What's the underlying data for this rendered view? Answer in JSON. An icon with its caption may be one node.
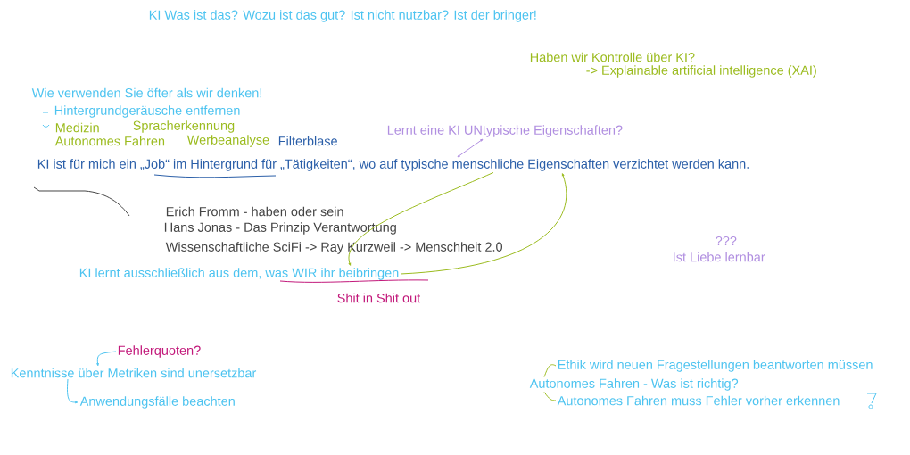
{
  "diagram": {
    "title": "KI Was ist das? Wozu ist das gut? Ist nicht nutzbar? Ist der bringer!",
    "nodes": [
      {
        "text": [
          "KI ist für mich ein „Job“ im Hintergrund für „Tätigkeiten“, wo auf typische menschliche Eigenschaften verzichtet werden kann."
        ]
      },
      {
        "text": [
          "Lernt eine KI UNtypische Eigenschaften?"
        ]
      },
      {
        "text": [
          "KI lernt ausschließlich aus dem, was WIR ihr beibringen"
        ]
      },
      {
        "text": [
          "Fehlerquoten?"
        ]
      },
      {
        "text": [
          "Kenntnisse über Metriken sind unersetzbar"
        ]
      },
      {
        "text": [
          "Anwendungsfälle beachten"
        ]
      },
      {
        "text": [
          "Autonomes Fahren - Was ist richtig?"
        ]
      },
      {
        "text": [
          "Ethik wird neuen Fragestellungen beantworten müssen"
        ]
      },
      {
        "text": [
          "Autonomes Fahren muss Fehler vorher erkennen"
        ]
      }
    ],
    "edges": [
      {
        "from": 1,
        "to": 0,
        "arrow": "both",
        "color": "#b08ee0"
      },
      {
        "from": 0,
        "to": 2,
        "arrow": "to"
      },
      {
        "from": 2,
        "to": 0,
        "arrow": "to"
      },
      {
        "from": 3,
        "to": 4,
        "arrow": "to",
        "color": "#4cc3f0"
      },
      {
        "from": 4,
        "to": 5,
        "arrow": "to",
        "color": "#4cc3f0"
      },
      {
        "from": 6,
        "to": 7,
        "arrow": "none"
      },
      {
        "from": 6,
        "to": 8,
        "arrow": "none"
      }
    ],
    "labels": [
      "Haben wir Kontrolle über KI?",
      "-> Explainable artificial intelligence (XAI)",
      "Wie verwenden Sie öfter als wir denken!",
      "Hintergrundgeräusche entfernen",
      "Medizin",
      "Spracherkennung",
      "Autonomes Fahren",
      "Werbeanalyse",
      "Filterblase",
      "Erich Fromm - haben oder sein",
      "Hans Jonas - Das Prinzip Verantwortung",
      "Wissenschaftliche SciFi -> Ray Kurzweil -> Menschheit 2.0",
      "???",
      "Ist Liebe lernbar",
      "Shit in Shit out"
    ]
  }
}
